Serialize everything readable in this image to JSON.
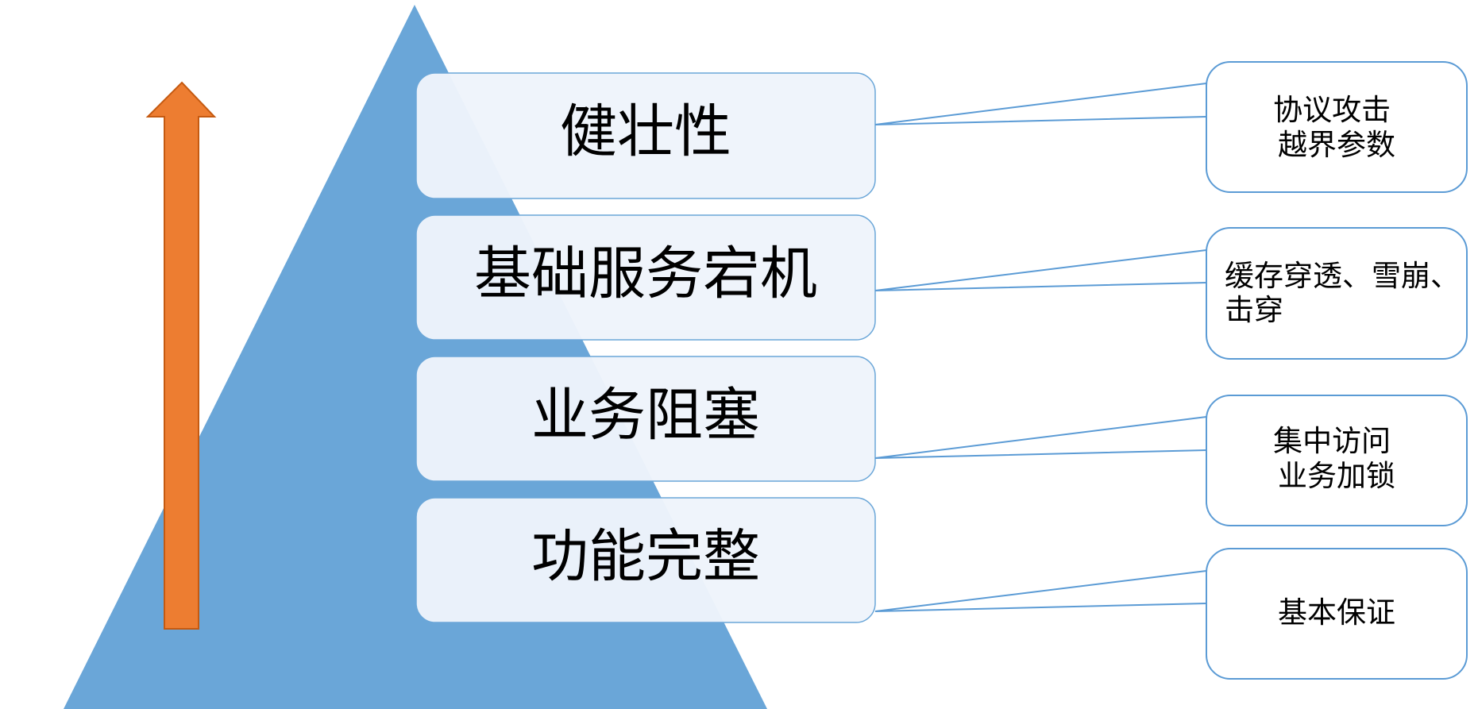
{
  "colors": {
    "pyramid": "#6aa6d8",
    "level_box_fill": "#eef4fb",
    "level_box_stroke": "#6aa6d8",
    "note_box_stroke": "#5b9bd5",
    "connector": "#5b9bd5",
    "arrow_fill": "#ed7d31",
    "arrow_stroke": "#c55a11"
  },
  "icons": {
    "arrow": "arrow-up-icon"
  },
  "levels": [
    {
      "label": "健壮性",
      "note": [
        "协议攻击",
        "越界参数"
      ]
    },
    {
      "label": "基础服务宕机",
      "note": [
        "缓存穿透、雪崩、",
        "击穿"
      ]
    },
    {
      "label": "业务阻塞",
      "note": [
        "集中访问",
        "业务加锁"
      ]
    },
    {
      "label": "功能完整",
      "note": [
        "基本保证"
      ]
    }
  ]
}
